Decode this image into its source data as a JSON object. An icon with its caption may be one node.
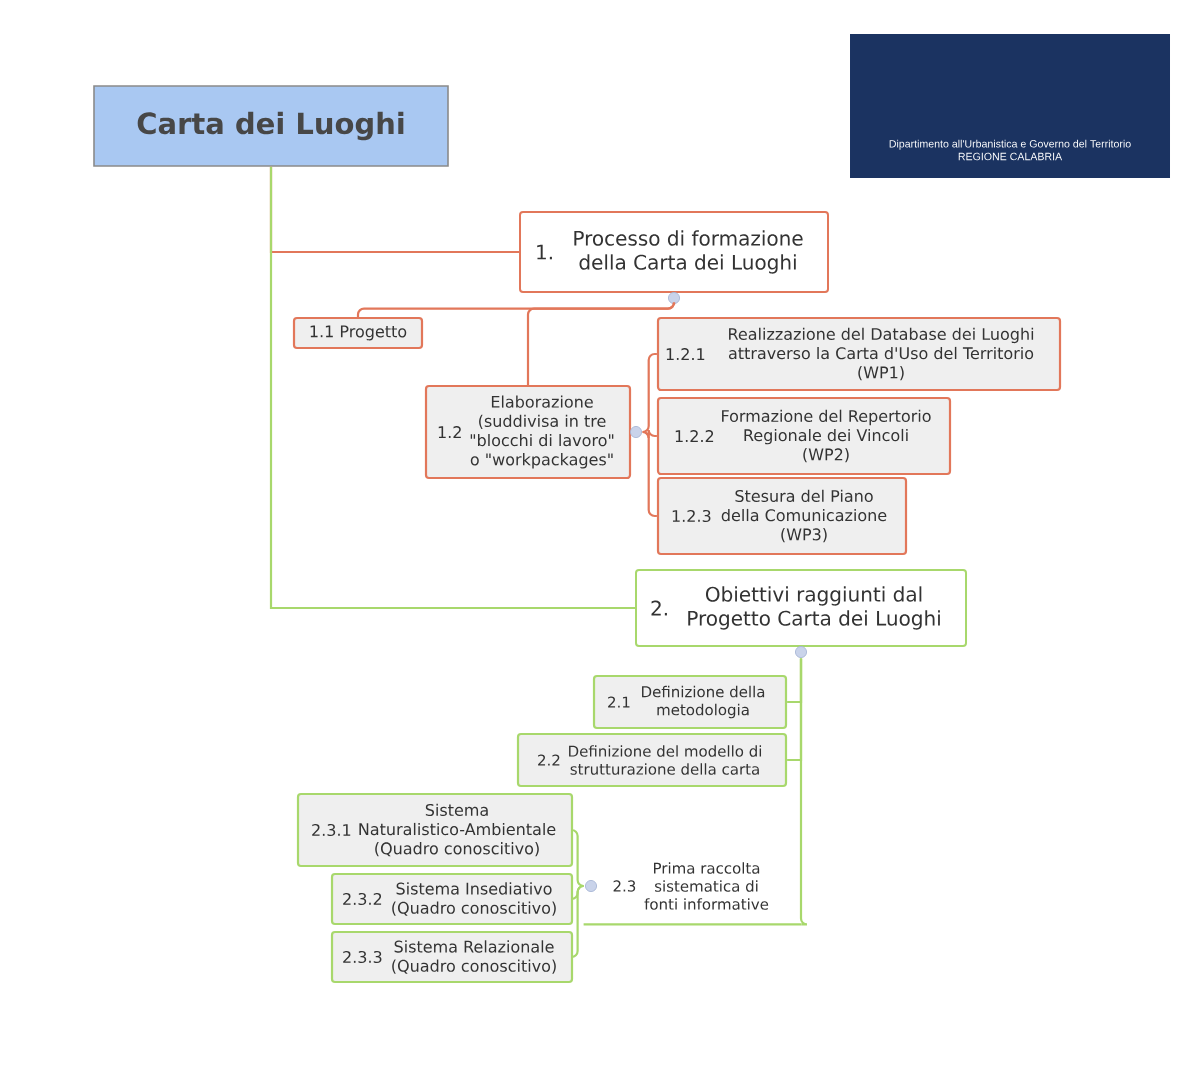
{
  "diagram": {
    "nodes": [
      {
        "text": [
          "Carta dei Luoghi"
        ]
      },
      {
        "text": [
          "Dipartimento all'Urbanistica e Governo del Territorio",
          "REGIONE CALABRIA"
        ]
      },
      {
        "text": [
          "1.",
          "Processo di formazione della Carta dei Luoghi"
        ]
      },
      {
        "text": [
          "1.1 Progetto"
        ]
      },
      {
        "text": [
          "1.2",
          "Elaborazione (suddivisa in tre \"blocchi di lavoro\" o \"workpackages\""
        ]
      },
      {
        "text": [
          "1.2.1",
          "Realizzazione del Database dei Luoghi attraverso la Carta d'Uso del Territorio (WP1)"
        ]
      },
      {
        "text": [
          "1.2.2",
          "Formazione del Repertorio Regionale dei Vincoli (WP2)"
        ]
      },
      {
        "text": [
          "1.2.3",
          "Stesura del Piano della Comunicazione (WP3)"
        ]
      },
      {
        "text": [
          "2.",
          "Obiettivi raggiunti dal Progetto Carta dei Luoghi"
        ]
      },
      {
        "text": [
          "2.1",
          "Definizione della metodologia"
        ]
      },
      {
        "text": [
          "2.2",
          "Definizione del modello di strutturazione della carta"
        ]
      },
      {
        "text": [
          "2.3",
          "Prima raccolta sistematica di fonti informative"
        ]
      },
      {
        "text": [
          "2.3.1",
          "Sistema Naturalistico-Ambientale (Quadro conoscitivo)"
        ]
      },
      {
        "text": [
          "2.3.2",
          "Sistema Insediativo (Quadro conoscitivo)"
        ]
      },
      {
        "text": [
          "2.3.3",
          "Sistema Relazionale (Quadro conoscitivo)"
        ]
      }
    ],
    "edges": [
      {
        "from": 0,
        "to": 2,
        "arrow": "none",
        "color": "#e2775a"
      },
      {
        "from": 0,
        "to": 8,
        "arrow": "none"
      },
      {
        "from": 2,
        "to": 3,
        "arrow": "none",
        "color": "#e2775a"
      },
      {
        "from": 2,
        "to": 4,
        "arrow": "none",
        "color": "#e2775a"
      },
      {
        "from": 4,
        "to": 5,
        "arrow": "none",
        "color": "#e2775a"
      },
      {
        "from": 4,
        "to": 6,
        "arrow": "none",
        "color": "#e2775a"
      },
      {
        "from": 4,
        "to": 7,
        "arrow": "none",
        "color": "#e2775a"
      },
      {
        "from": 8,
        "to": 9,
        "arrow": "none"
      },
      {
        "from": 8,
        "to": 10,
        "arrow": "none"
      },
      {
        "from": 8,
        "to": 11,
        "arrow": "none"
      },
      {
        "from": 11,
        "to": 12,
        "arrow": "none"
      },
      {
        "from": 11,
        "to": 13,
        "arrow": "none"
      },
      {
        "from": 11,
        "to": 14,
        "arrow": "none"
      }
    ]
  }
}
